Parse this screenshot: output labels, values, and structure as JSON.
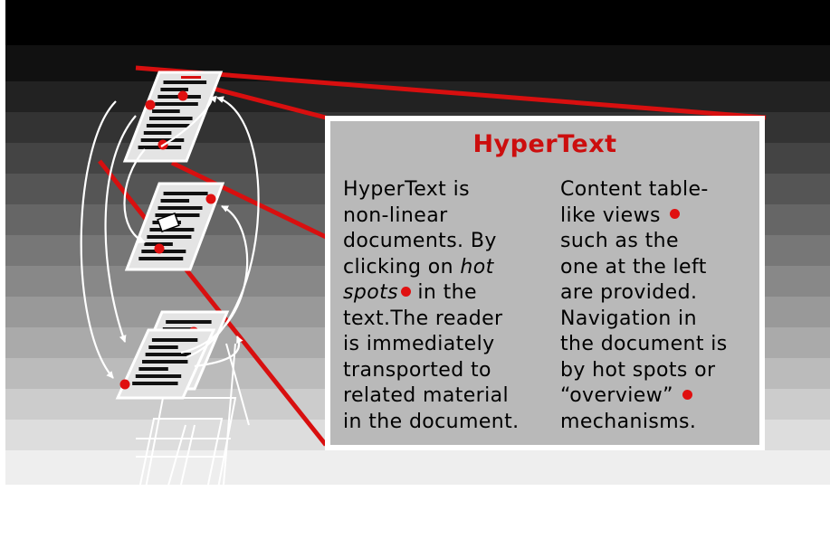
{
  "panel": {
    "title": "HyperText",
    "left_column": [
      "HyperText is",
      "non-linear",
      "documents. By",
      "clicking on",
      "hot",
      "spots",
      "in the",
      "text.The reader",
      "is immediately",
      "transported to",
      "related material",
      "in the document."
    ],
    "right_column": [
      "Content table-",
      "like views",
      "such as the",
      "one at the left",
      "are provided.",
      "Navigation in",
      "the document is",
      "by hot spots or",
      "“overview”",
      "mechanisms."
    ]
  },
  "colors": {
    "accent_red": "#cc0e0e",
    "hot_spot": "#e01010",
    "panel_bg": "#b9b9b9"
  },
  "icons": [
    "hot-spot-dot-icon",
    "document-page-icon",
    "link-arrow-icon"
  ]
}
